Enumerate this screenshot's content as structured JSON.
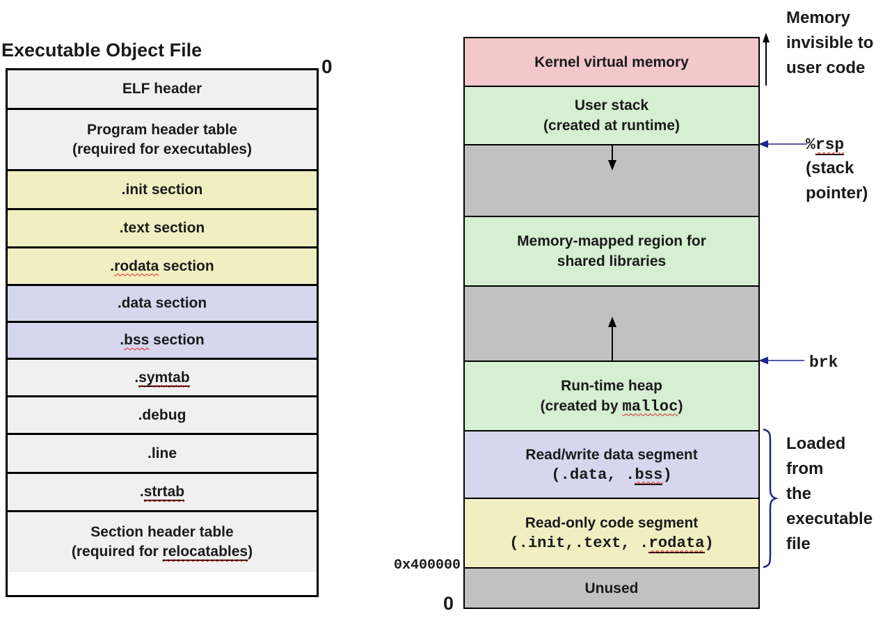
{
  "colors": {
    "row_light_gray": "#f0f0f0",
    "section_yellow": "#f1efc1",
    "section_lavender": "#d6d6ee",
    "kernel_pink": "#f2c8cb",
    "region_green": "#d6eed2",
    "gap_gray": "#c1c1c1",
    "annotation_navy": "#232388",
    "squiggle_red": "#dd2222",
    "border_black": "#000000"
  },
  "file": {
    "title": "Executable Object File",
    "top_address": "0",
    "rows": {
      "elf": "ELF header",
      "pht1": "Program header table",
      "pht2": "(required for executables)",
      "init": ".init section",
      "text": ".text section",
      "rodata_dot": ".",
      "rodata_word": "rodata",
      "rodata_suffix": " section",
      "data": ".data section",
      "bss_dot": ".",
      "bss_word": "bss",
      "bss_suffix": " section",
      "symtab_dot": ".",
      "symtab_word": "symtab",
      "debug": ".debug",
      "line": ".line",
      "strtab_dot": ".",
      "strtab_word": "strtab",
      "sht1": "Section header table",
      "sht2_pre": "(required for ",
      "sht2_word": "relocatables",
      "sht2_post": ")"
    }
  },
  "memory": {
    "kernel": "Kernel virtual memory",
    "stack1": "User stack",
    "stack2": "(created at runtime)",
    "mmap1": "Memory-mapped region for",
    "mmap2": "shared libraries",
    "heap1": "Run-time heap",
    "heap2_pre": "(created by ",
    "heap2_code": "malloc",
    "heap2_post": ")",
    "rw1": "Read/write data segment",
    "rw2_pre": "(.data, .",
    "rw2_word": "bss",
    "rw2_post": ")",
    "ro1": "Read-only code segment",
    "ro2_pre": "(.init,.text, .",
    "ro2_word": "rodata",
    "ro2_post": ")",
    "unused": "Unused",
    "addr_loadpoint": "0x400000",
    "addr_zero": "0"
  },
  "annotations": {
    "invisible1": "Memory",
    "invisible2": "invisible to",
    "invisible3": "user code",
    "rsp_pct": "%",
    "rsp_reg": "rsp",
    "rsp2": "(stack",
    "rsp3": "pointer)",
    "brk": "brk",
    "loaded1": "Loaded",
    "loaded2": "from",
    "loaded3": "the",
    "loaded4": "executable",
    "loaded5": "file"
  }
}
